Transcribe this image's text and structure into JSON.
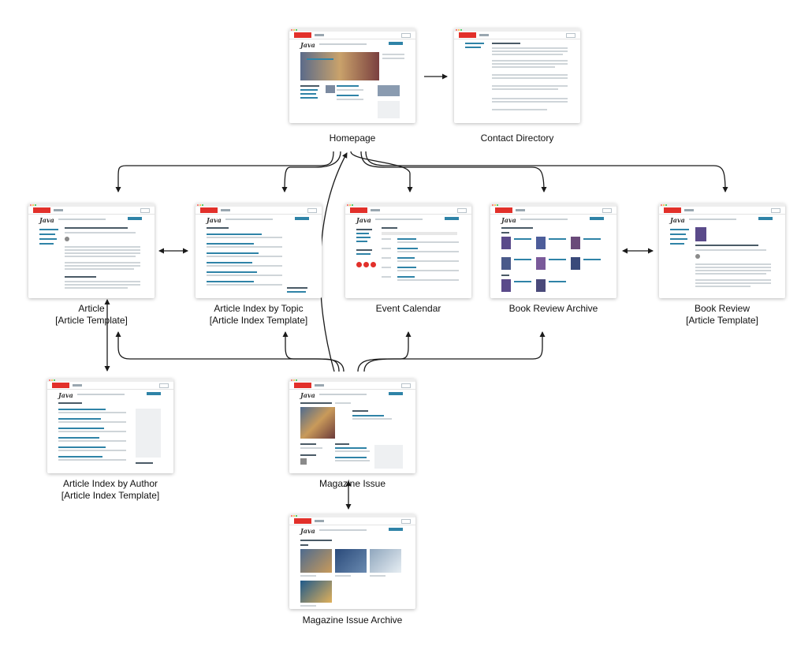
{
  "nodes": {
    "homepage": {
      "title": "Homepage",
      "template": ""
    },
    "contact_directory": {
      "title": "Contact Directory",
      "template": ""
    },
    "article": {
      "title": "Article",
      "template": "[Article Template]"
    },
    "article_index_topic": {
      "title": "Article Index by Topic",
      "template": "[Article Index Template]"
    },
    "event_calendar": {
      "title": "Event Calendar",
      "template": ""
    },
    "book_review_archive": {
      "title": "Book Review Archive",
      "template": ""
    },
    "book_review": {
      "title": "Book Review",
      "template": "[Article Template]"
    },
    "article_index_author": {
      "title": "Article Index by Author",
      "template": "[Article Index Template]"
    },
    "magazine_issue": {
      "title": "Magazine Issue",
      "template": ""
    },
    "magazine_issue_archive": {
      "title": "Magazine Issue Archive",
      "template": ""
    }
  },
  "thumbnail": {
    "logo": "Java"
  },
  "colors": {
    "oracle_red": "#e2302a",
    "link_blue": "#2f83a7",
    "arrow": "#1a1a1a"
  }
}
